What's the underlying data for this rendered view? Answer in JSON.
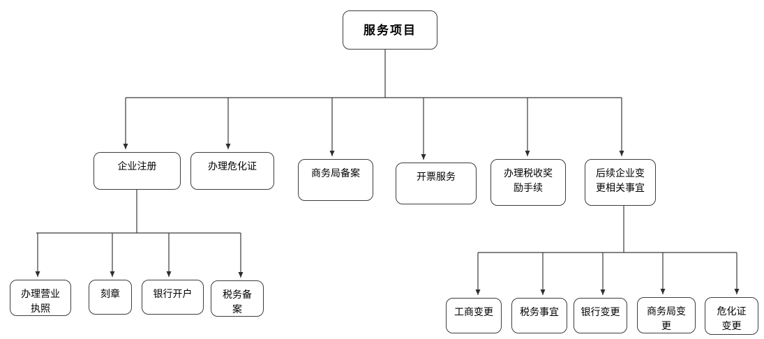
{
  "chart": {
    "type": "org-chart",
    "title": "服务项目"
  },
  "nodes": {
    "root": {
      "label": "服务项目",
      "lines": [
        "服务项目"
      ]
    },
    "enterprise_registration": {
      "label": "企业注册",
      "lines": [
        "企业注册"
      ]
    },
    "hazmat_cert": {
      "label": "办理危化证",
      "lines": [
        "办理危化证"
      ]
    },
    "commerce_bureau_filing": {
      "label": "商务局备案",
      "lines": [
        "商务局备案"
      ]
    },
    "invoicing_service": {
      "label": "开票服务",
      "lines": [
        "开票服务"
      ]
    },
    "tax_reward_procedures": {
      "label": "办理税收奖励手续",
      "lines": [
        "办理税收奖",
        "励手续"
      ]
    },
    "followup_changes": {
      "label": "后续企业变更相关事宜",
      "lines": [
        "后续企业变",
        "更相关事宜"
      ]
    },
    "business_license": {
      "label": "办理营业执照",
      "lines": [
        "办理营业",
        "执照"
      ]
    },
    "seal_carving": {
      "label": "刻章",
      "lines": [
        "刻章"
      ]
    },
    "bank_account_opening": {
      "label": "银行开户",
      "lines": [
        "银行开户"
      ]
    },
    "tax_registration": {
      "label": "税务备案",
      "lines": [
        "税务备",
        "案"
      ]
    },
    "business_change": {
      "label": "工商变更",
      "lines": [
        "工商变更"
      ]
    },
    "tax_matters": {
      "label": "税务事宜",
      "lines": [
        "税务事宜"
      ]
    },
    "bank_change": {
      "label": "银行变更",
      "lines": [
        "银行变更"
      ]
    },
    "commerce_bureau_change": {
      "label": "商务局变更",
      "lines": [
        "商务局变",
        "更"
      ]
    },
    "hazmat_cert_change": {
      "label": "危化证变更",
      "lines": [
        "危化证",
        "变更"
      ]
    }
  },
  "hierarchy": {
    "服务项目": {
      "企业注册": [
        "办理营业执照",
        "刻章",
        "银行开户",
        "税务备案"
      ],
      "办理危化证": [],
      "商务局备案": [],
      "开票服务": [],
      "办理税收奖励手续": [],
      "后续企业变更相关事宜": [
        "工商变更",
        "税务事宜",
        "银行变更",
        "商务局变更",
        "危化证变更"
      ]
    }
  },
  "colors": {
    "line": "#3a3a3a",
    "node_border": "#3c3c3c",
    "text": "#000000",
    "background": "#ffffff"
  }
}
